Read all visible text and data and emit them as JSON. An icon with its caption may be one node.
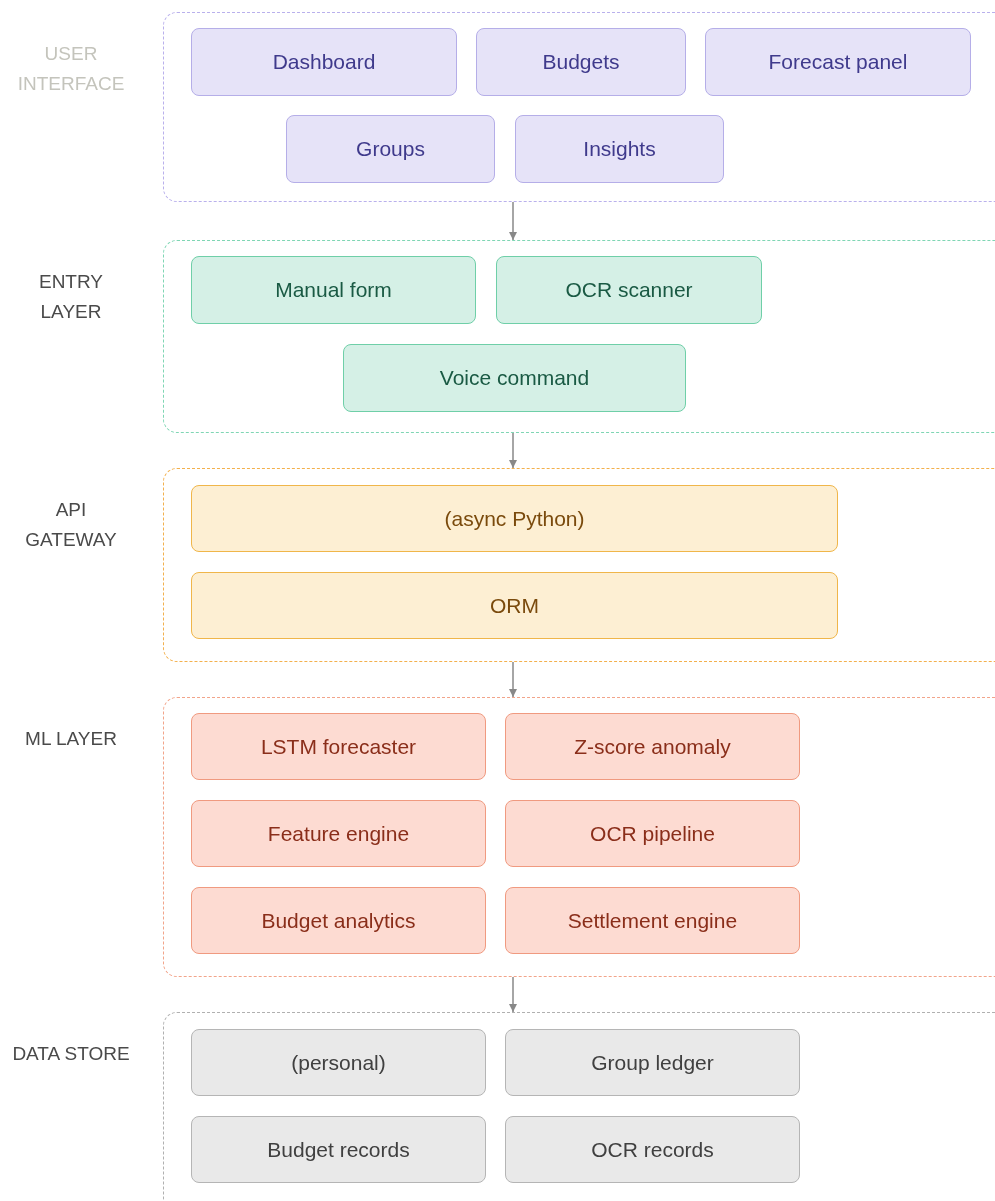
{
  "diagram": {
    "nodes": [
      {
        "text": [
          "USER INTERFACE"
        ]
      },
      {
        "text": [
          "Dashboard"
        ],
        "in": 0
      },
      {
        "text": [
          "Budgets"
        ],
        "in": 0
      },
      {
        "text": [
          "Forecast panel"
        ],
        "in": 0
      },
      {
        "text": [
          "Groups"
        ],
        "in": 0
      },
      {
        "text": [
          "Insights"
        ],
        "in": 0
      },
      {
        "text": [
          "ENTRY LAYER"
        ]
      },
      {
        "text": [
          "Manual form"
        ],
        "in": 6
      },
      {
        "text": [
          "OCR scanner"
        ],
        "in": 6
      },
      {
        "text": [
          "Voice command"
        ],
        "in": 6
      },
      {
        "text": [
          "API GATEWAY"
        ]
      },
      {
        "text": [
          "(async Python)"
        ],
        "in": 10
      },
      {
        "text": [
          "ORM"
        ],
        "in": 10
      },
      {
        "text": [
          "ML LAYER"
        ]
      },
      {
        "text": [
          "LSTM forecaster"
        ],
        "in": 13
      },
      {
        "text": [
          "Z-score anomaly"
        ],
        "in": 13
      },
      {
        "text": [
          "Feature engine"
        ],
        "in": 13
      },
      {
        "text": [
          "OCR pipeline"
        ],
        "in": 13
      },
      {
        "text": [
          "Budget analytics"
        ],
        "in": 13
      },
      {
        "text": [
          "Settlement engine"
        ],
        "in": 13
      },
      {
        "text": [
          "DATA STORE"
        ]
      },
      {
        "text": [
          "(personal)"
        ],
        "in": 20
      },
      {
        "text": [
          "Group ledger"
        ],
        "in": 20
      },
      {
        "text": [
          "Budget records"
        ],
        "in": 20
      },
      {
        "text": [
          "OCR records"
        ],
        "in": 20
      }
    ],
    "edges": [
      {
        "from": 0,
        "to": 6,
        "arrow": "to"
      },
      {
        "from": 6,
        "to": 10,
        "arrow": "to"
      },
      {
        "from": 10,
        "to": 13,
        "arrow": "to"
      },
      {
        "from": 13,
        "to": 20,
        "arrow": "to"
      }
    ]
  }
}
